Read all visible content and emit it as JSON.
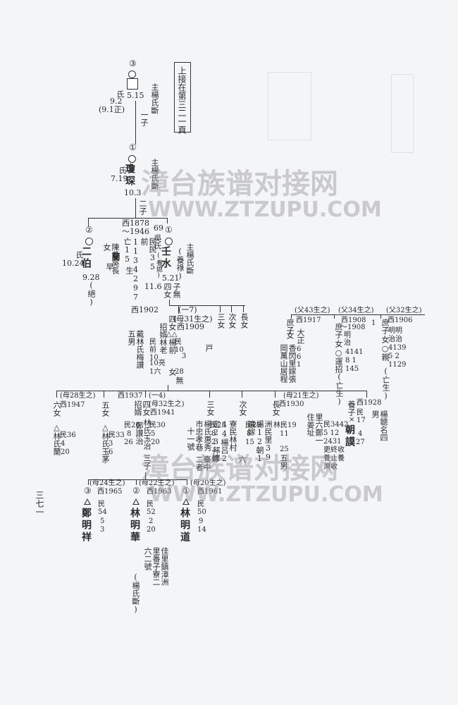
{
  "header_box": "上接在第三二一頁",
  "page_number": "三七一",
  "watermark": {
    "cn": "漳台族谱对接网",
    "url": "WWW.ZTZUPU.COM"
  },
  "gen1": {
    "order": "③",
    "wife": "氏",
    "wife_date": "9.2",
    "wife_date2": "(9.1正)",
    "head_date": "5.15",
    "note": "主楊氏斷",
    "child_note": "一子"
  },
  "gen2": {
    "order": "①",
    "name": "瓊琛",
    "wife": "氏",
    "wife_date": "7.19",
    "date": "10.3",
    "note": "主楊氏斷",
    "child_note": "二子"
  },
  "gen3": {
    "erbo_order": "②",
    "erbo": "二伯",
    "erbo_date": "9.28",
    "erbo_note": "(絕)",
    "erbo_wife": "氏",
    "erbo_wife_date": "10.24",
    "ren_order": "①",
    "ren": "壬水",
    "ren_note": "(養祿)",
    "ren_note2": "主楊氏斷",
    "ren_date": "5.21",
    "ren_children": "四女",
    "ren_children2": "子無",
    "wife_span": "西1878～1946",
    "wife_num": "69",
    "wife_a": "民民35前1134297亡15",
    "wife_a2": "生",
    "wife_name": "蘭",
    "wife_b": "陳氏吳長女",
    "wife_b2": "早",
    "wife_c": "吳氏",
    "wife_c2": "(養媳)",
    "wife_c_date": "11.6"
  },
  "gen4": {
    "girl1": "長女",
    "girl2": "次女",
    "girl3": "三女",
    "girl4_a": "西1902",
    "girl4_b": "(一7)",
    "girl4_c": "四女",
    "girl4_d": "招婿",
    "girl4_e": "(母31生之)",
    "girl4_f": "西1909",
    "girl4_g": "民前10",
    "girl4_h": "林老",
    "girl4_i": "△△",
    "girl4_j": "楊前",
    "girl4_k": "民10",
    "girl4_l": "3",
    "girl4_m": "10亮",
    "girl4_n": "1六",
    "girl4_o": "女",
    "girl4_p": "28",
    "girl4_q": "無",
    "girl4_r": "戴林氏梅讚五男",
    "girl4_s": "戸",
    "father43": "(父43生之)",
    "f43_a": "西1917",
    "f43_b": "庶子",
    "f43_c": "女",
    "f43_d": "大正",
    "f43_e": "6",
    "f43_f": "6",
    "f43_g": "1",
    "f43_h": "香閃里嫁張岡萬山居程",
    "father34": "(父34生之)",
    "f34_a": "西1908",
    "f34_b": "～1908",
    "f34_c": "庶子",
    "f34_d": "女",
    "f34_e": "明治",
    "f34_f": "4141",
    "f34_g": "8 1",
    "f34_h": "145",
    "f34_i": "○運招",
    "f34_j": "(亡生)",
    "f34_k": "1",
    "father32": "(父32生之)",
    "f32_a": "西1906",
    "f32_b": "庶子",
    "f32_c": "女",
    "f32_d": "明明",
    "f32_e": "治治",
    "f32_f": "4139",
    "f32_g": "5 2",
    "f32_h": "1129",
    "f32_i": "○親",
    "f32_j": "(亡生)"
  },
  "gen5": {
    "mother28": "(母28生之)",
    "m28_a": "西1947",
    "m28_b": "六女",
    "m28_c": "△林氏蘭",
    "m28_d": "民36",
    "m28_e": "4",
    "m28_f": "20",
    "wu_a": "五女",
    "wu_b": "△林氏玉茅",
    "wu_c": "民33",
    "wu_d": "3",
    "wu_e": "6",
    "si_a": "西1937",
    "si_b": "(一4)",
    "si_c": "四女",
    "si_d": "招婿",
    "si_e": "(母32生之)",
    "si_f": "西1941",
    "si_g": "民26",
    "si_h": "8",
    "si_i": "26",
    "si_j": "鄭讚治",
    "si_k": "林氏玉治",
    "si_l": "民30",
    "si_m": "5",
    "si_n": "20",
    "si_o": "三子",
    "si_p": "十一號",
    "si_q": "市忠孝巷",
    "si_r": "楊氏惠秀",
    "si_s": "民25",
    "si_t": "8",
    "si_u": "2",
    "si_v": "一嫁",
    "si_w": "臺中",
    "si_x": "二者",
    "san": "三女",
    "ci_a": "次女",
    "ci_b": "寮民林村44楊吕2定23邦嫁",
    "ci_c": "民22",
    "ci_d": "8",
    "ci_e": "15",
    "ci_f": "六",
    "mother21": "(母21生之)",
    "m21_a": "西1930",
    "m21_b": "長女",
    "m21_c": "洲民里39楊12朝1讓嫁",
    "m21_d": "林民19",
    "m21_e": "11",
    "m21_f": "25",
    "m21_g": "五男",
    "adopt_a": "西1928",
    "adopt_b": "養子",
    "adopt_c": "×",
    "adopt_d": "朝謨",
    "adopt_e": "民17",
    "adopt_f": "4",
    "adopt_g": "27",
    "adopt_h": "楊聰名四男",
    "adopt_i": "里六鄭一住姜址",
    "adopt_j": "民3442",
    "adopt_k": "5 12",
    "adopt_l": "2431",
    "adopt_m": "更終收",
    "adopt_n": "養止養",
    "adopt_o": "溯收"
  },
  "gen6": {
    "a_mother": "(母24生之)",
    "a_year": "西1965",
    "a_order": "③",
    "a_name": "鄭明祥",
    "a_date": "民54",
    "a_date2": "5",
    "a_date3": "3",
    "b_mother": "(母22生之)",
    "b_year": "西1963",
    "b_order": "②",
    "b_name": "林明華",
    "b_date": "民52",
    "b_date2": "2",
    "b_date3": "20",
    "b_note": "(楊氏斷)",
    "c_mother": "(母20生之)",
    "c_year": "西1961",
    "c_order": "①",
    "c_name": "林明道",
    "c_date": "民50",
    "c_date2": "9",
    "c_date3": "14",
    "address": "佳里鎮漳洲里番子寮二六二號"
  }
}
